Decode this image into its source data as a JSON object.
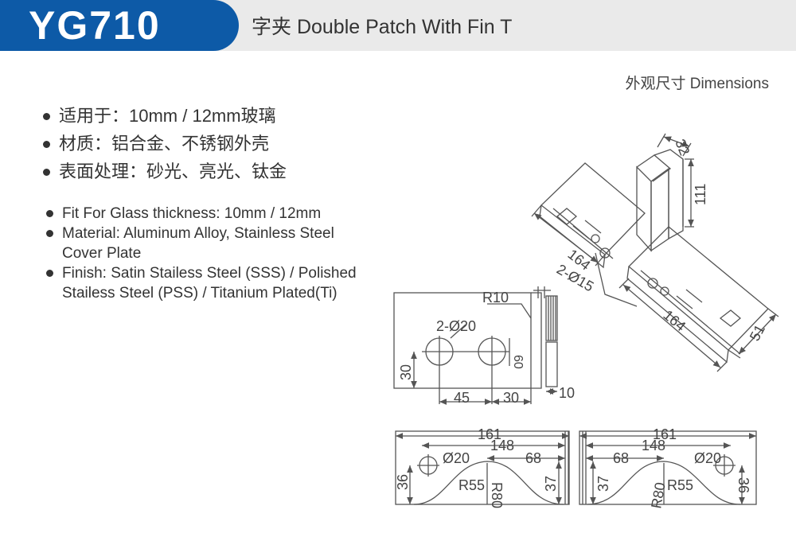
{
  "header": {
    "model_code": "YG710",
    "title": "字夹 Double Patch With Fin T"
  },
  "dimensions_label": "外观尺寸 Dimensions",
  "specs_cn": [
    "适用于：10mm / 12mm玻璃",
    "材质：铝合金、不锈钢外壳",
    "表面处理：砂光、亮光、钛金"
  ],
  "specs_en": [
    {
      "line1": "Fit For Glass thickness: 10mm / 12mm",
      "line2": ""
    },
    {
      "line1": "Material: Aluminum Alloy, Stainless Steel",
      "line2": "Cover Plate"
    },
    {
      "line1": "Finish: Satin Stailess Steel (SSS) / Polished",
      "line2": "Stailess Steel (PSS) / Titanium Plated(Ti)"
    }
  ],
  "drawing_labels": {
    "iso_32": "32",
    "iso_111": "111",
    "iso_164_left": "164",
    "iso_holes": "2-Ø15",
    "iso_164_right": "164",
    "iso_51": "51",
    "side_r10": "R10",
    "side_holes": "2-Ø20",
    "side_60": "60",
    "side_30_v": "30",
    "side_45": "45",
    "side_30_h": "30",
    "side_10": "10",
    "bl_161": "161",
    "bl_148": "148",
    "bl_68": "68",
    "bl_d20": "Ø20",
    "bl_36": "36",
    "bl_r55": "R55",
    "bl_80": "R80",
    "bl_37": "37",
    "br_161": "161",
    "br_148": "148",
    "br_68": "68",
    "br_d20": "Ø20",
    "br_36": "36",
    "br_r55": "R55",
    "br_80": "R80",
    "br_37": "37"
  }
}
